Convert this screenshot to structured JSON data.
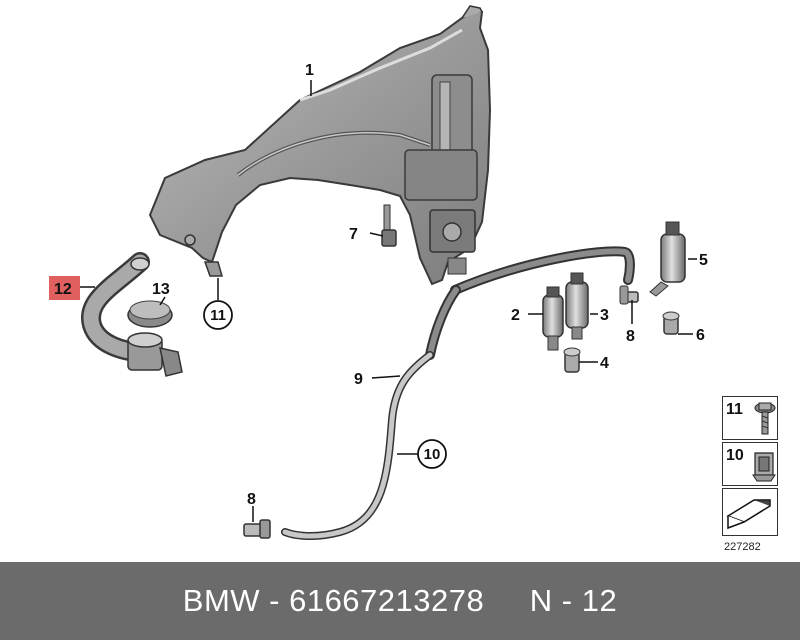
{
  "labels": {
    "l1": "1",
    "l2": "2",
    "l3": "3",
    "l4": "4",
    "l5": "5",
    "l6": "6",
    "l7": "7",
    "l8a": "8",
    "l8b": "8",
    "l9": "9",
    "l10": "10",
    "l11": "11",
    "l12": "12",
    "l13": "13"
  },
  "highlight_color": "#e06060",
  "legend": [
    {
      "num": "11",
      "icon": "bolt-icon"
    },
    {
      "num": "10",
      "icon": "clip-nut-icon"
    },
    {
      "num": "",
      "icon": "arrow-icon"
    }
  ],
  "diagram_id": "227282",
  "footer": {
    "text": "BMW - 61667213278     N - 12"
  }
}
